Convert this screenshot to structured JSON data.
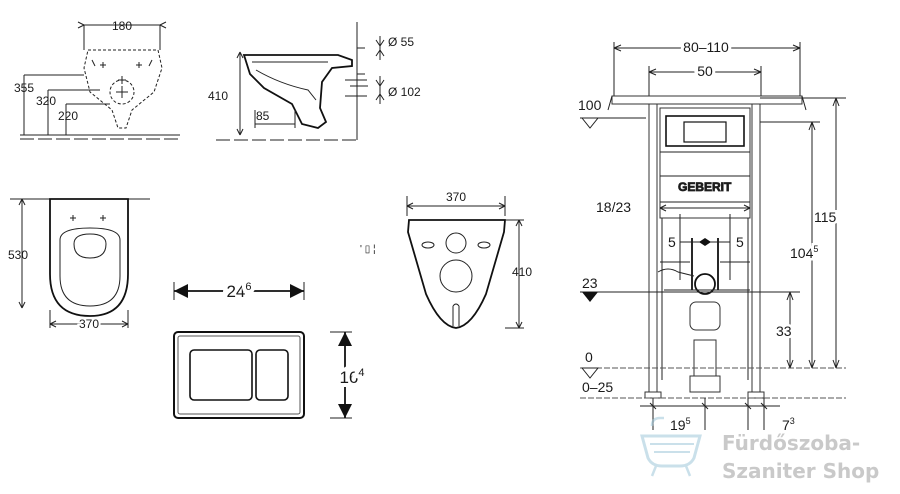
{
  "views": {
    "top_view": {
      "w": "180",
      "h_total": "355",
      "h_mid": "320",
      "h_low": "220"
    },
    "side_view": {
      "height": "410",
      "projection": "85",
      "d_small": "Ø 55",
      "d_large": "Ø 102"
    },
    "plan_view": {
      "length": "530",
      "width": "370"
    },
    "flush_plate": {
      "width": "24",
      "width_sup": "6",
      "height": "16",
      "height_sup": "4"
    },
    "gasket": {
      "width": "370",
      "height": "410",
      "marks": "' ▯ ¦"
    },
    "frame": {
      "overall_width": "80–110",
      "inner_width": "50",
      "top_level": "100",
      "flush_height": "18/23",
      "offset_left": "5",
      "offset_right": "5",
      "total_height": "115",
      "height_mid": "104",
      "height_mid_sup": "5",
      "outlet_level": "23",
      "outlet_height": "33",
      "floor_level": "0",
      "floor_range": "0–25",
      "bottom_left": "19",
      "bottom_left_sup": "5",
      "bottom_right": "7",
      "bottom_right_sup": "3",
      "brand": "GEBERIT"
    }
  },
  "watermark": {
    "line1": "Fürdőszoba-",
    "line2": "Szaniter Shop",
    "icon": "bathtub-icon"
  }
}
